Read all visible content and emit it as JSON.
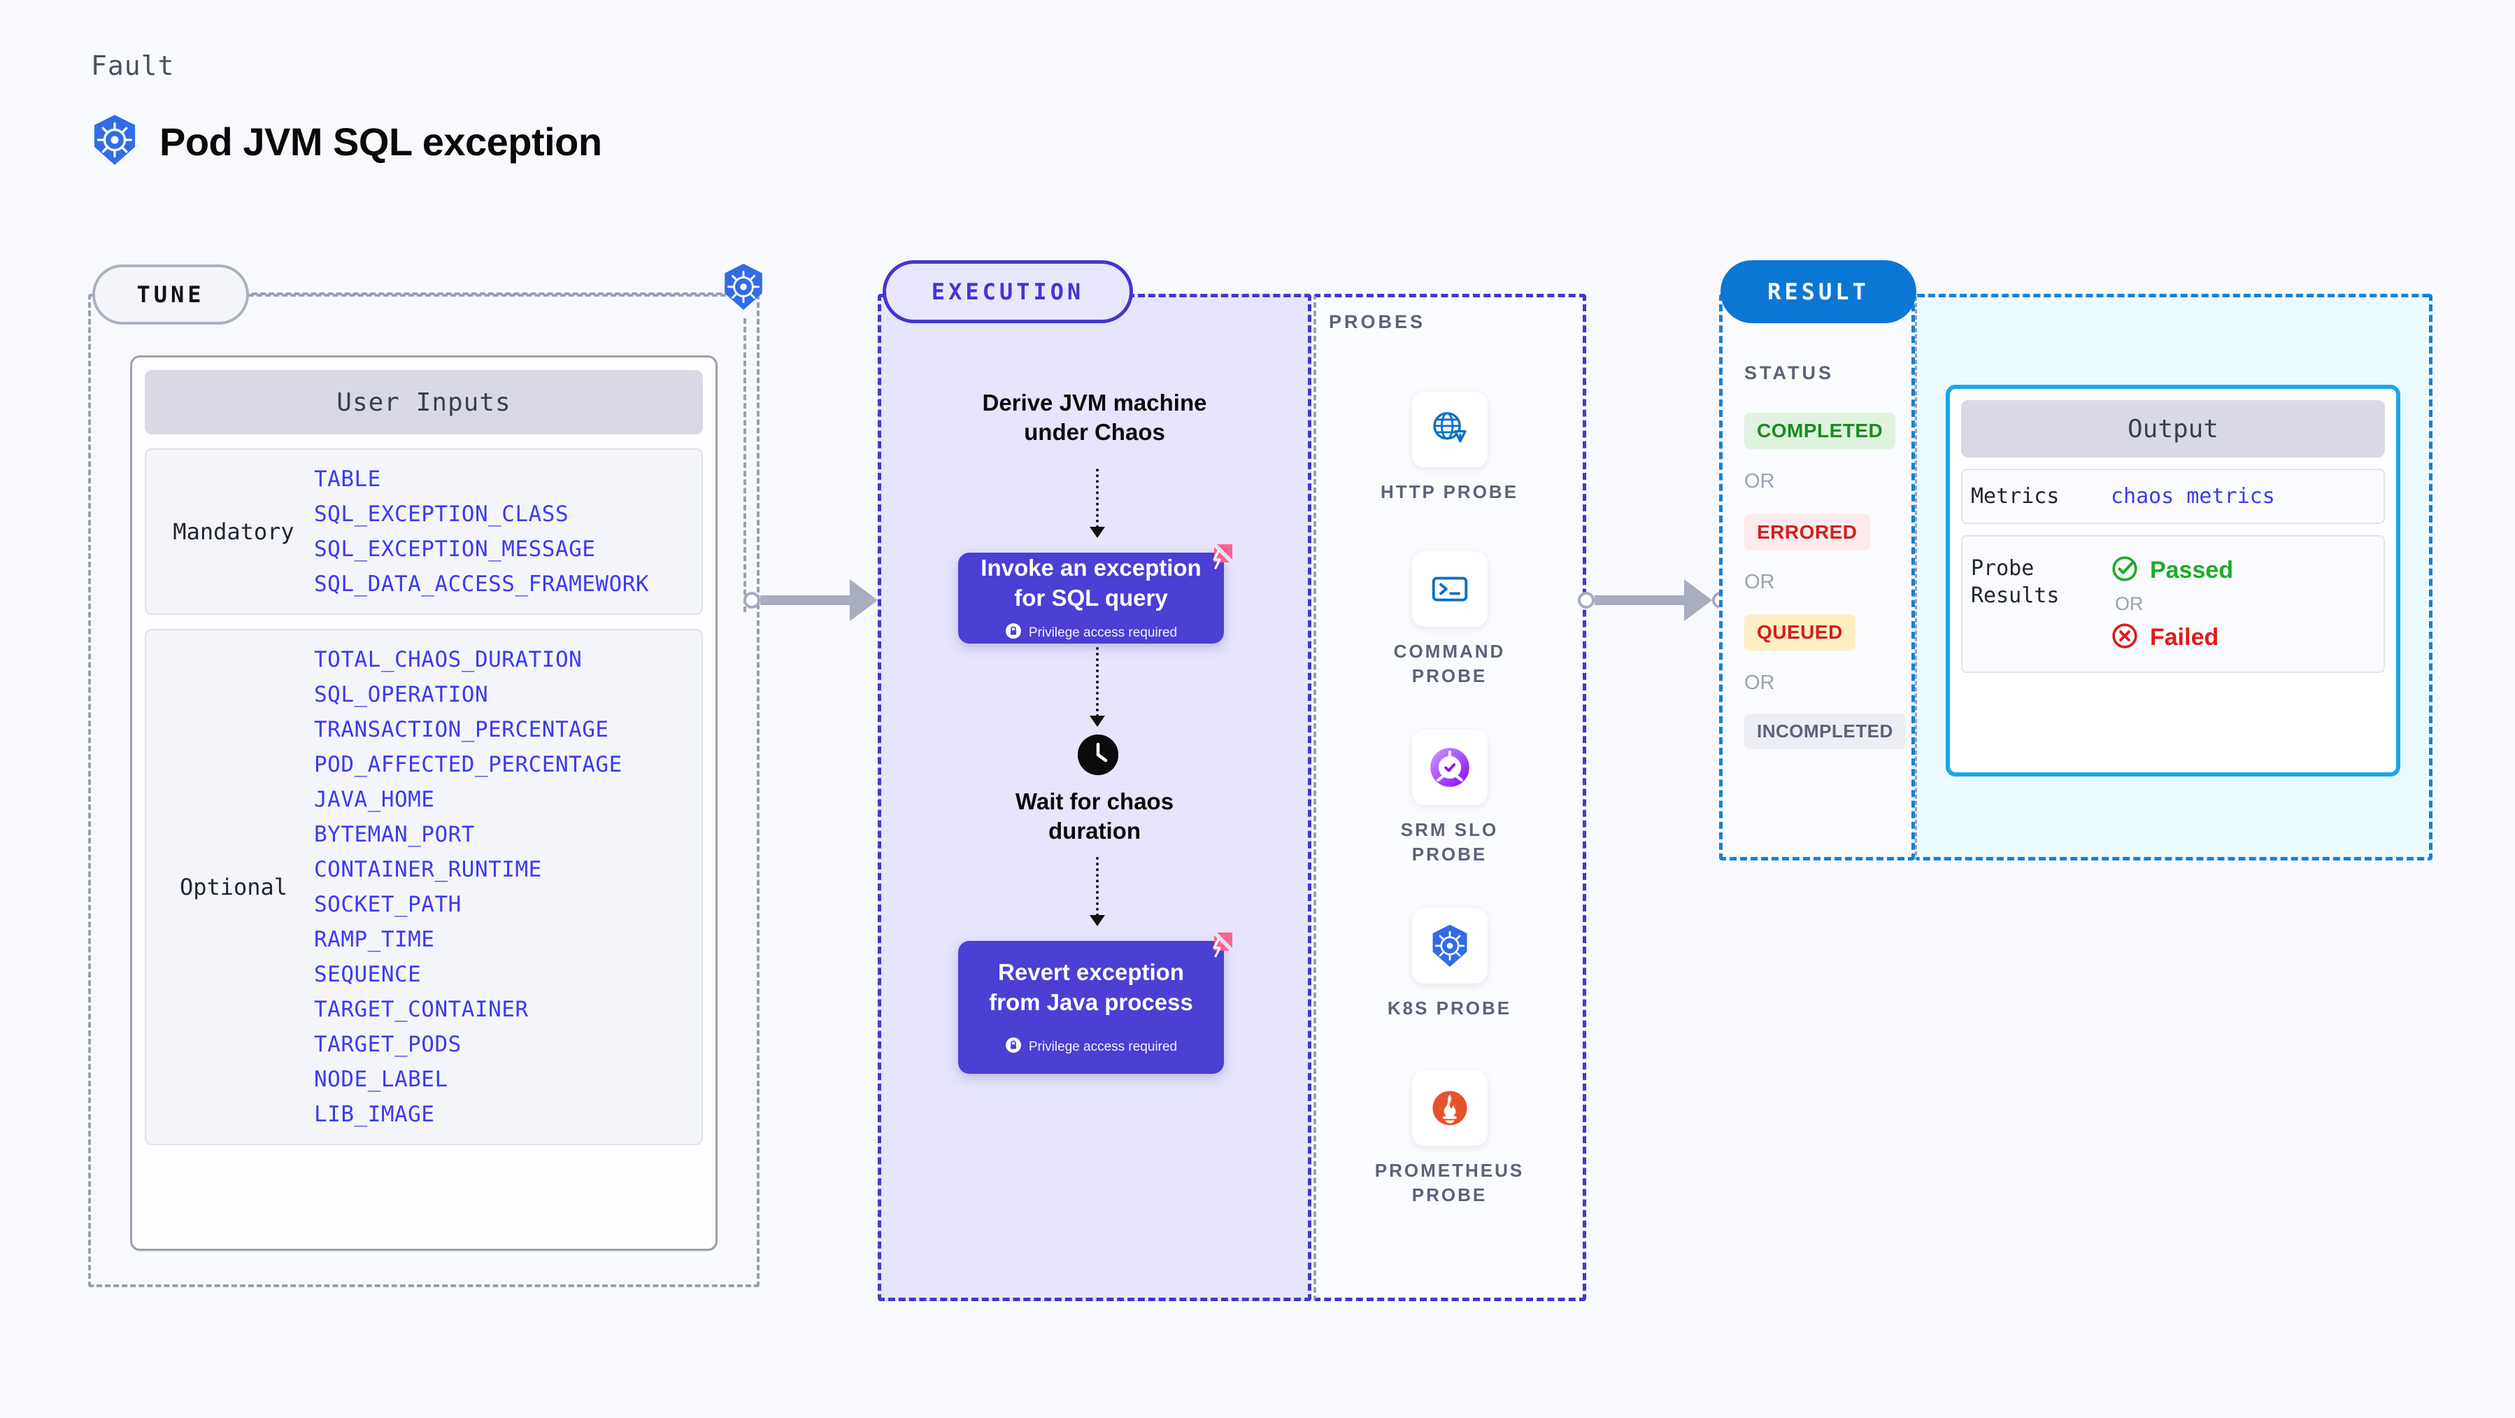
{
  "header": {
    "eyebrow": "Fault",
    "title": "Pod JVM SQL exception",
    "icon": "kubernetes-icon"
  },
  "tune": {
    "badge": "TUNE",
    "card_title": "User Inputs",
    "groups": [
      {
        "label": "Mandatory",
        "params": [
          "TABLE",
          "SQL_EXCEPTION_CLASS",
          "SQL_EXCEPTION_MESSAGE",
          "SQL_DATA_ACCESS_FRAMEWORK"
        ]
      },
      {
        "label": "Optional",
        "params": [
          "TOTAL_CHAOS_DURATION",
          "SQL_OPERATION",
          "TRANSACTION_PERCENTAGE",
          "POD_AFFECTED_PERCENTAGE",
          "JAVA_HOME",
          "BYTEMAN_PORT",
          "CONTAINER_RUNTIME",
          "SOCKET_PATH",
          "RAMP_TIME",
          "SEQUENCE",
          "TARGET_CONTAINER",
          "TARGET_PODS",
          "NODE_LABEL",
          "LIB_IMAGE"
        ]
      }
    ]
  },
  "execution": {
    "badge": "EXECUTION",
    "step1_line1": "Derive JVM machine",
    "step1_line2": "under Chaos",
    "card1_line1": "Invoke an exception",
    "card1_line2": "for SQL query",
    "card1_privilege": "Privilege access required",
    "step2_line1": "Wait for chaos",
    "step2_line2": "duration",
    "card2_line1": "Revert exception",
    "card2_line2": "from Java process",
    "card2_privilege": "Privilege access required"
  },
  "probes": {
    "title": "PROBES",
    "items": [
      {
        "label_line1": "HTTP  PROBE",
        "label_line2": "",
        "icon": "globe-warning-icon"
      },
      {
        "label_line1": "COMMAND",
        "label_line2": "PROBE",
        "icon": "terminal-icon"
      },
      {
        "label_line1": "SRM  SLO",
        "label_line2": "PROBE",
        "icon": "slo-donut-icon"
      },
      {
        "label_line1": "K8S  PROBE",
        "label_line2": "",
        "icon": "kubernetes-icon"
      },
      {
        "label_line1": "PROMETHEUS",
        "label_line2": "PROBE",
        "icon": "prometheus-icon"
      }
    ]
  },
  "result": {
    "badge": "RESULT",
    "status_title": "STATUS",
    "or_label": "OR",
    "statuses": [
      {
        "label": "COMPLETED",
        "bg": "#dff3df",
        "fg": "#1b8b20"
      },
      {
        "label": "ERRORED",
        "bg": "#fdeaea",
        "fg": "#cf2020"
      },
      {
        "label": "QUEUED",
        "bg": "#fdeec4",
        "fg": "#cf2020"
      },
      {
        "label": "INCOMPLETED",
        "bg": "#eceef4",
        "fg": "#5c6278"
      }
    ]
  },
  "output": {
    "card_title": "Output",
    "metrics_key": "Metrics",
    "metrics_value": "chaos metrics",
    "probe_results_key_line1": "Probe",
    "probe_results_key_line2": "Results",
    "passed_label": "Passed",
    "failed_label": "Failed",
    "or_label": "OR",
    "passed_color": "#1faa2b",
    "failed_color": "#e01b1b"
  },
  "colors": {
    "page_bg": "#f8f9fc",
    "accent_purple": "#4b3fd4",
    "accent_blue": "#0c76d4",
    "param_blue": "#3b3bef",
    "k8s_blue": "#326ce5"
  }
}
